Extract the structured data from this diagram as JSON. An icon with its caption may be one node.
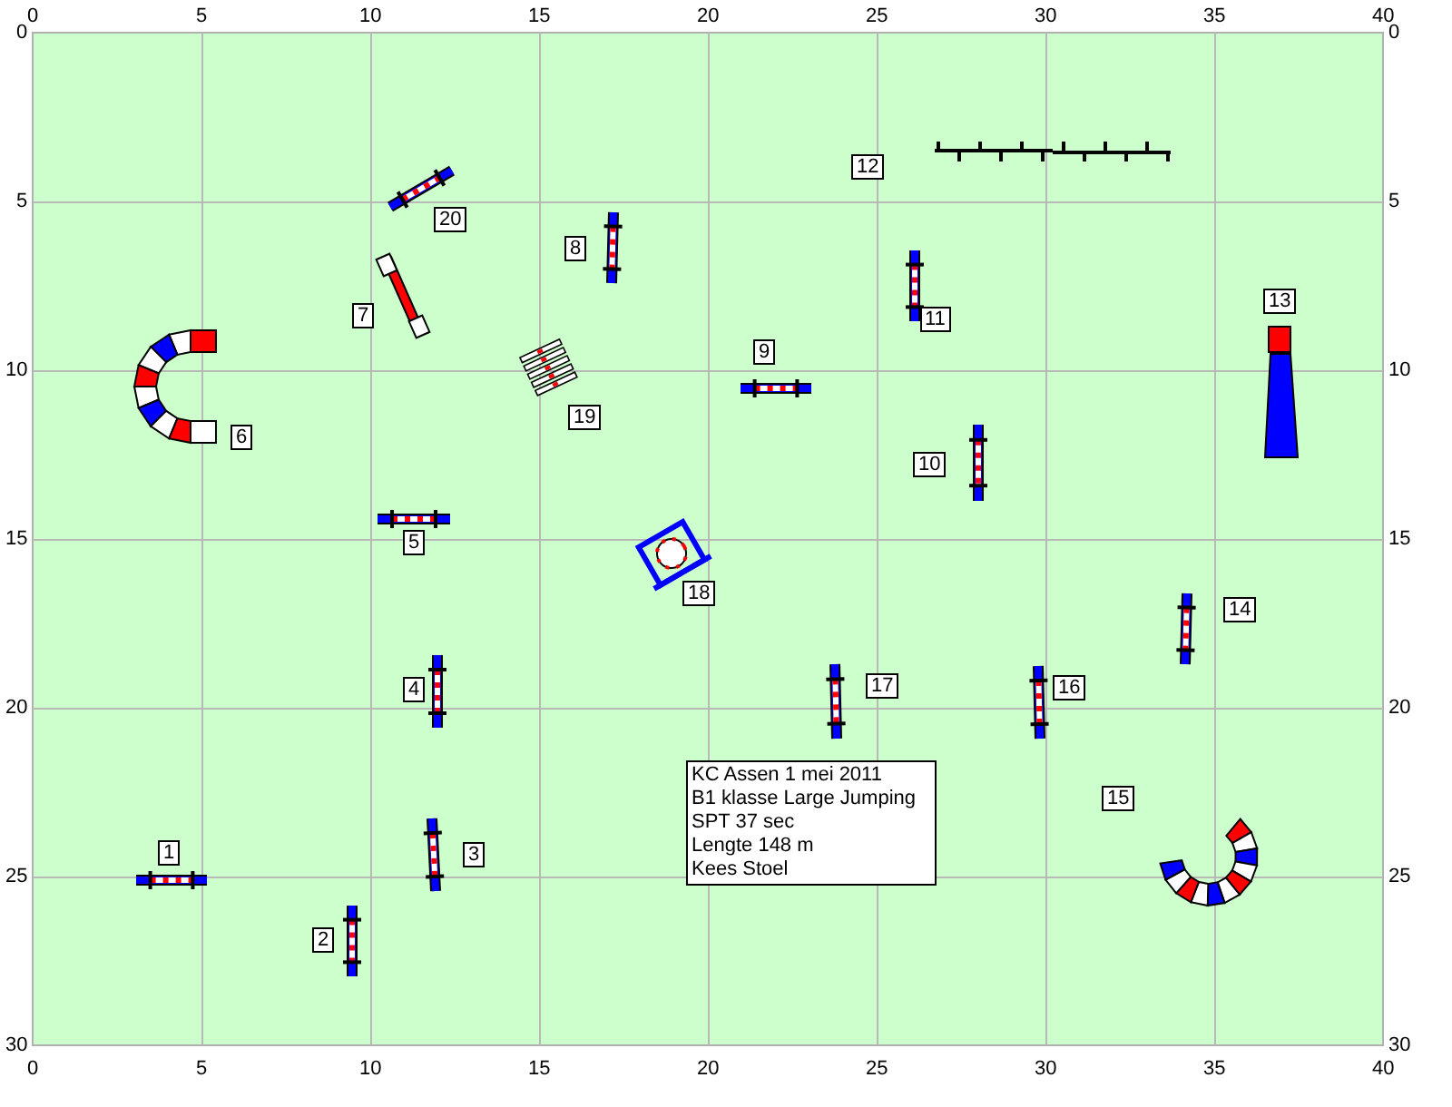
{
  "diagram": {
    "nodes": [
      {
        "text": [
          "1"
        ]
      },
      {
        "text": [
          "2"
        ]
      },
      {
        "text": [
          "3"
        ]
      },
      {
        "text": [
          "4"
        ]
      },
      {
        "text": [
          "5"
        ]
      },
      {
        "text": [
          "6"
        ]
      },
      {
        "text": [
          "7"
        ]
      },
      {
        "text": [
          "8"
        ]
      },
      {
        "text": [
          "9"
        ]
      },
      {
        "text": [
          "10"
        ]
      },
      {
        "text": [
          "11"
        ]
      },
      {
        "text": [
          "12"
        ]
      },
      {
        "text": [
          "13"
        ]
      },
      {
        "text": [
          "14"
        ]
      },
      {
        "text": [
          "15"
        ]
      },
      {
        "text": [
          "16"
        ]
      },
      {
        "text": [
          "17"
        ]
      },
      {
        "text": [
          "18"
        ]
      },
      {
        "text": [
          "19"
        ]
      },
      {
        "text": [
          "20"
        ]
      },
      {
        "text": [
          "KC Assen 1 mei 2011",
          "B1 klasse Large Jumping",
          "SPT 37 sec",
          "Lengte 148 m",
          "Kees Stoel"
        ]
      }
    ],
    "labels": [
      "0",
      "5",
      "10",
      "15",
      "20",
      "25",
      "30",
      "35",
      "40",
      "0",
      "5",
      "10",
      "15",
      "20",
      "25",
      "30",
      "0",
      "5",
      "10",
      "15",
      "20",
      "25",
      "30",
      "0",
      "5",
      "10",
      "15",
      "20",
      "25",
      "30",
      "35",
      "40"
    ]
  }
}
